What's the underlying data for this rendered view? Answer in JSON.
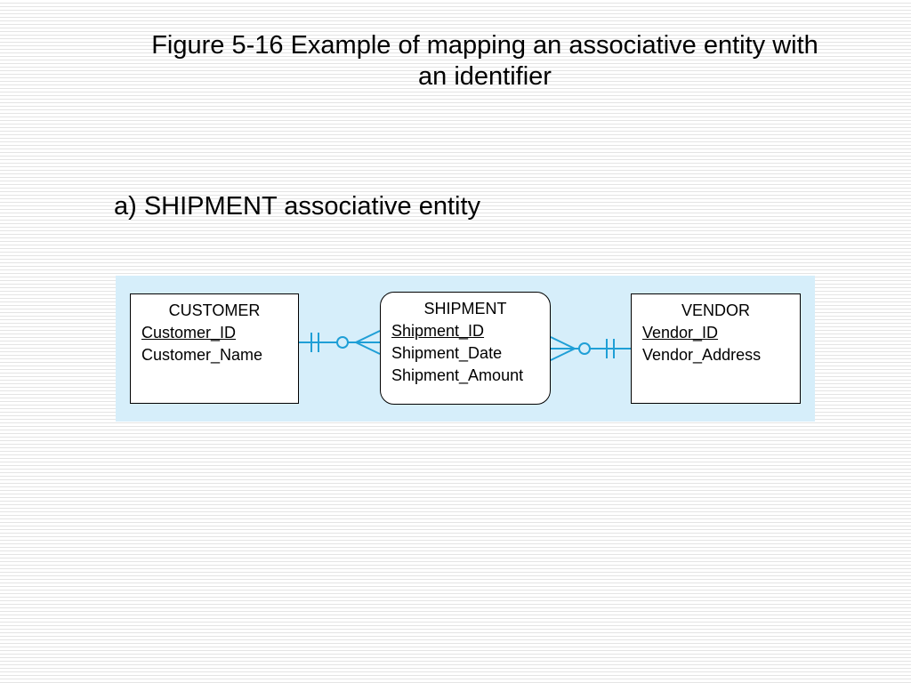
{
  "slide": {
    "title_line1": "Figure 5-16 Example of mapping an associative entity with",
    "title_line2": "an identifier",
    "subtitle": "a) SHIPMENT associative entity"
  },
  "diagram": {
    "entities": [
      {
        "name": "CUSTOMER",
        "key": "Customer_ID",
        "attributes": [
          "Customer_Name"
        ]
      },
      {
        "name": "SHIPMENT",
        "key": "Shipment_ID",
        "attributes": [
          "Shipment_Date",
          "Shipment_Amount"
        ]
      },
      {
        "name": "VENDOR",
        "key": "Vendor_ID",
        "attributes": [
          "Vendor_Address"
        ]
      }
    ],
    "relationships": [
      {
        "from": "CUSTOMER",
        "to": "SHIPMENT",
        "from_cardinality": "mandatory-one",
        "to_cardinality": "optional-many"
      },
      {
        "from": "SHIPMENT",
        "to": "VENDOR",
        "from_cardinality": "optional-many",
        "to_cardinality": "mandatory-one"
      }
    ],
    "colors": {
      "background": "#d6eefa",
      "relationship_line": "#1f9fd6",
      "entity_border": "#000000"
    }
  }
}
